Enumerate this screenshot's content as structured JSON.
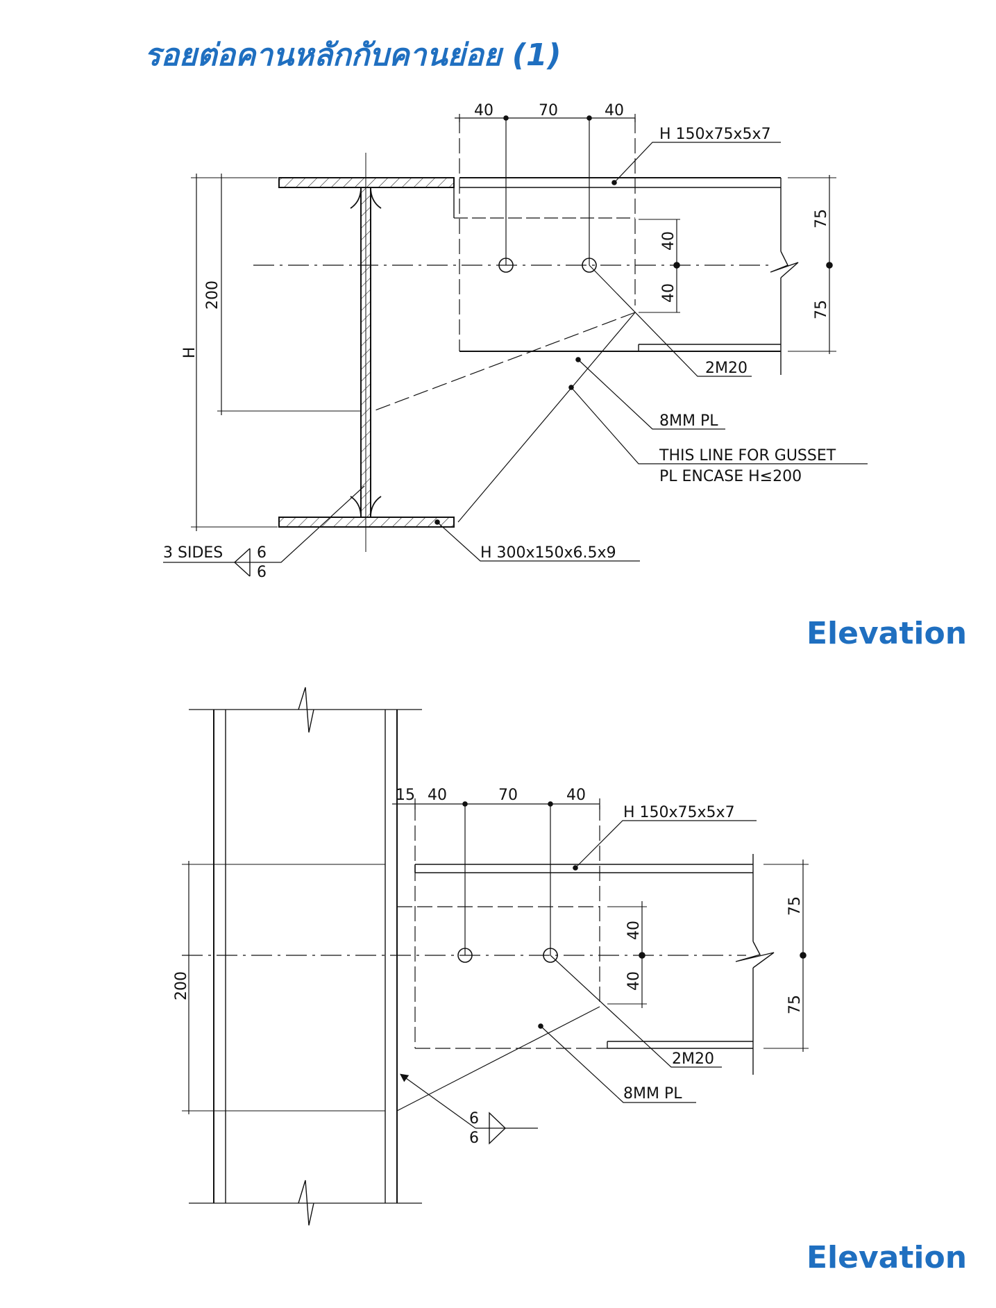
{
  "title": "รอยต่อคานหลักกับคานย่อย (1)",
  "accent_color": "#1f6fc0",
  "top_drawing": {
    "view_label": "Elevation",
    "dims_top": [
      "40",
      "70",
      "40"
    ],
    "dims_right": [
      "75",
      "75"
    ],
    "dims_bolt": [
      "40",
      "40"
    ],
    "dim_200": "200",
    "dim_h": "H",
    "callout_secondary": "H 150x75x5x7",
    "callout_bolts": "2M20",
    "callout_plate": "8MM PL",
    "callout_gusset_1": "THIS LINE FOR GUSSET",
    "callout_gusset_2": "PL ENCASE H≤200",
    "callout_main": "H 300x150x6.5x9",
    "weld_text": "3 SIDES",
    "weld_top": "6",
    "weld_bottom": "6"
  },
  "bottom_drawing": {
    "view_label": "Elevation",
    "dims_top": [
      "15",
      "40",
      "70",
      "40"
    ],
    "dims_right": [
      "75",
      "75"
    ],
    "dims_bolt": [
      "40",
      "40"
    ],
    "dim_200": "200",
    "callout_secondary": "H 150x75x5x7",
    "callout_bolts": "2M20",
    "callout_plate": "8MM PL",
    "weld_top": "6",
    "weld_bottom": "6"
  }
}
